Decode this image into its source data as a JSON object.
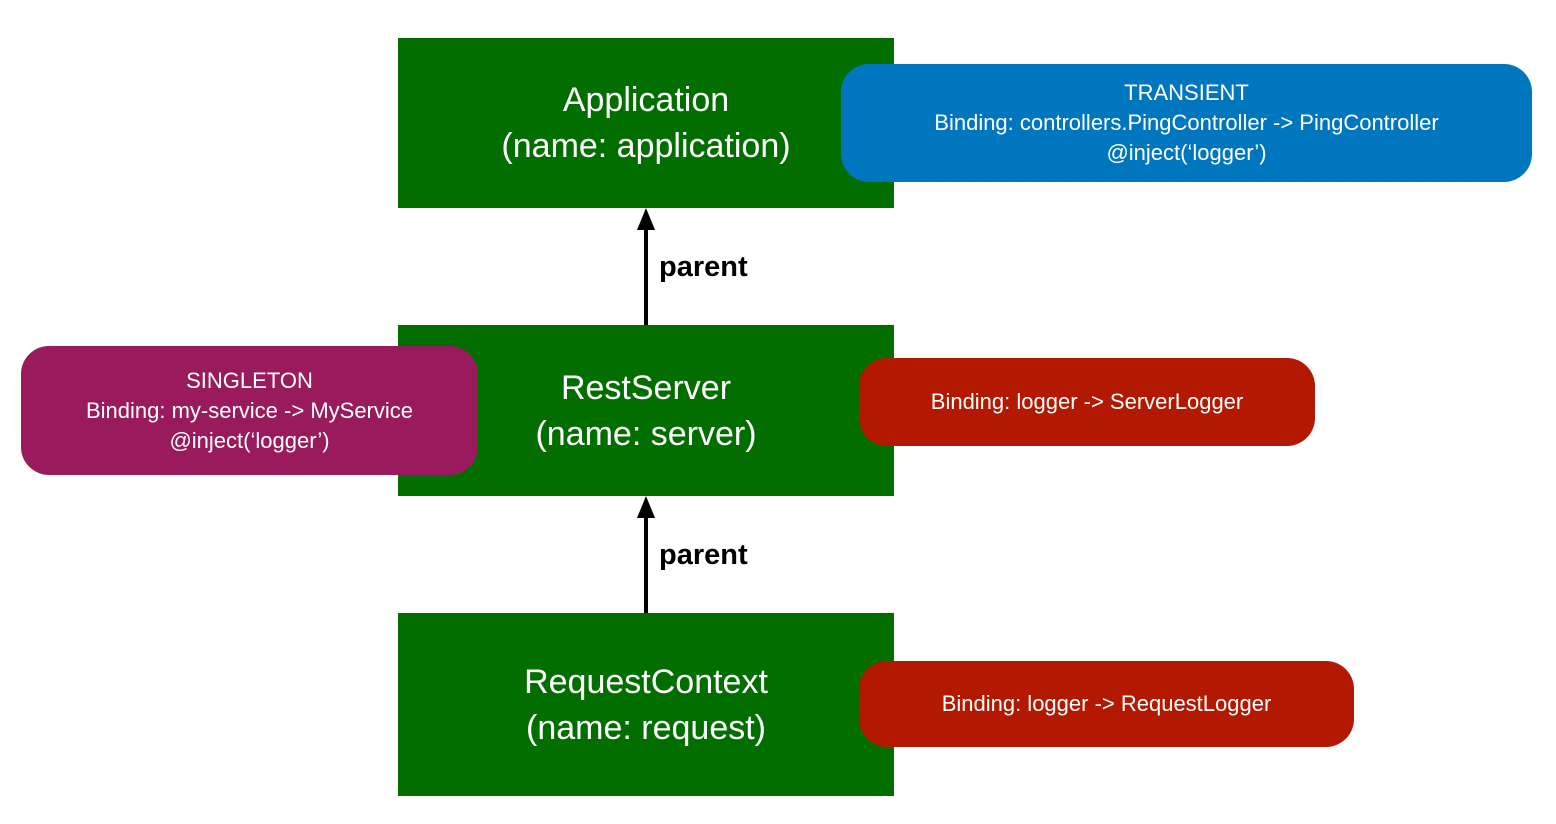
{
  "colors": {
    "context": "#036e00",
    "transient": "#0076bf",
    "singleton": "#9a1a5e",
    "binding": "#b31800",
    "arrow": "#000000"
  },
  "contexts": {
    "application": {
      "line1": "Application",
      "line2": "(name: application)"
    },
    "server": {
      "line1": "RestServer",
      "line2": "(name: server)"
    },
    "request": {
      "line1": "RequestContext",
      "line2": "(name: request)"
    }
  },
  "edges": {
    "server_to_application": {
      "label": "parent"
    },
    "request_to_server": {
      "label": "parent"
    }
  },
  "notes": {
    "transient": {
      "line1": "TRANSIENT",
      "line2": "Binding: controllers.PingController -> PingController",
      "line3": "@inject(‘logger’)"
    },
    "singleton": {
      "line1": "SINGLETON",
      "line2": "Binding: my-service -> MyService",
      "line3": "@inject(‘logger’)"
    },
    "server_logger": {
      "line1": "Binding: logger -> ServerLogger"
    },
    "request_logger": {
      "line1": "Binding: logger -> RequestLogger"
    }
  }
}
